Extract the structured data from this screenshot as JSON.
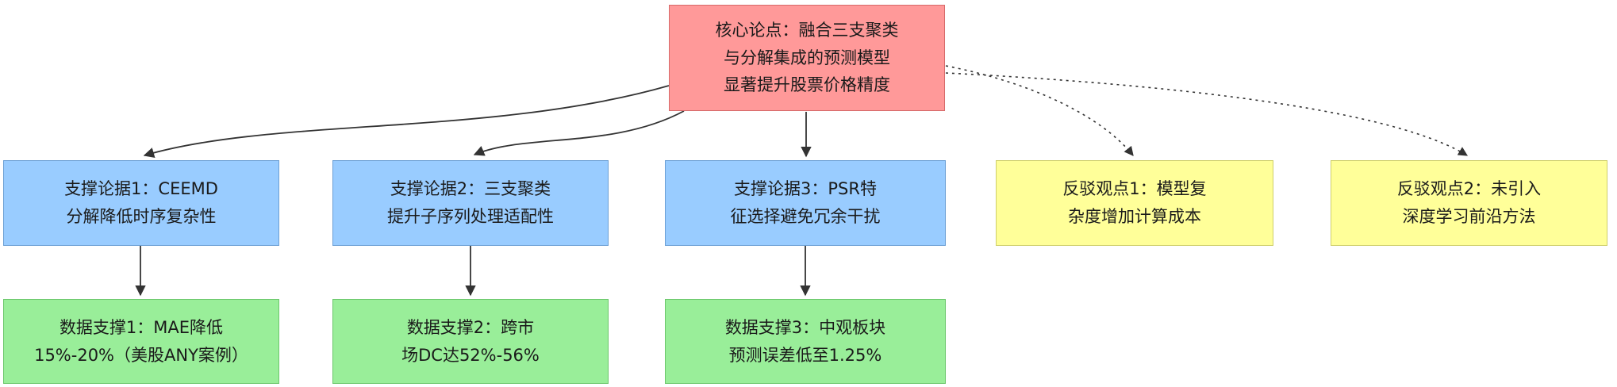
{
  "diagram": {
    "title": "argument-map-stock-prediction",
    "root": {
      "label": "核心论点：融合三支聚类与分解集成的预测模型显著提升股票价格精度"
    },
    "supports": [
      {
        "label": "支撑论据1：CEEMD分解降低时序复杂性",
        "data_label": "数据支撑1：MAE降低15%-20%（美股ANY案例）"
      },
      {
        "label": "支撑论据2：三支聚类提升子序列处理适配性",
        "data_label": "数据支撑2：跨市场DC达52%-56%"
      },
      {
        "label": "支撑论据3：PSR特征选择避免冗余干扰",
        "data_label": "数据支撑3：中观板块预测误差低至1.25%"
      }
    ],
    "rebuttals": [
      {
        "label": "反驳观点1：模型复杂度增加计算成本"
      },
      {
        "label": "反驳观点2：未引入深度学习前沿方法"
      }
    ]
  },
  "colors": {
    "root_bg": "#ff9999",
    "root_border": "#d66a6a",
    "support_bg": "#99ccff",
    "support_border": "#6b9fd4",
    "rebuttal_bg": "#ffff99",
    "rebuttal_border": "#cfcf6a",
    "data_bg": "#99ee99",
    "data_border": "#6bc76b",
    "line": "#333333"
  }
}
